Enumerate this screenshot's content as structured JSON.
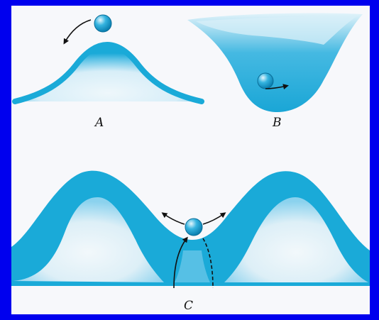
{
  "labels": {
    "a": "A",
    "b": "B",
    "c": "C"
  },
  "colors": {
    "page_border": "#0000ee",
    "canvas": "#f7f8fb",
    "surface_blue": "#1aaad8",
    "surface_light": "#e6f3fa",
    "arrow": "#111111"
  },
  "icons": {
    "ball": "sphere-ball-icon",
    "arrow": "curved-arrow-icon"
  }
}
